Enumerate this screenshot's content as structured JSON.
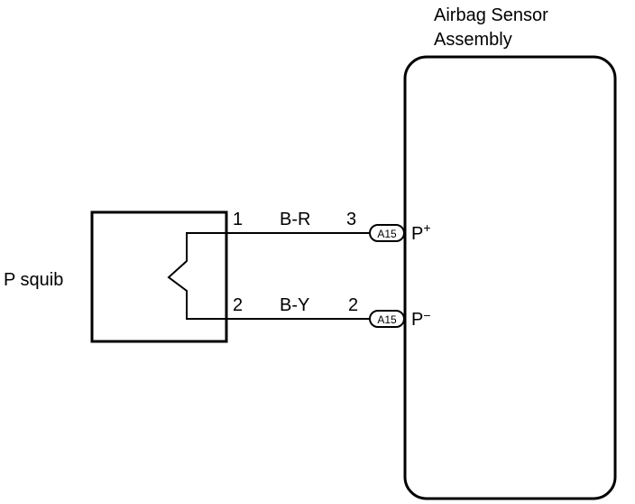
{
  "sensor_assembly": {
    "title_line1": "Airbag Sensor",
    "title_line2": "Assembly"
  },
  "squib": {
    "label": "P squib"
  },
  "wires": [
    {
      "squib_pin": "1",
      "color_code": "B-R",
      "connector_pin": "3",
      "connector": "A15",
      "terminal_main": "P",
      "terminal_sign": "+"
    },
    {
      "squib_pin": "2",
      "color_code": "B-Y",
      "connector_pin": "2",
      "connector": "A15",
      "terminal_main": "P",
      "terminal_sign": "−"
    }
  ]
}
